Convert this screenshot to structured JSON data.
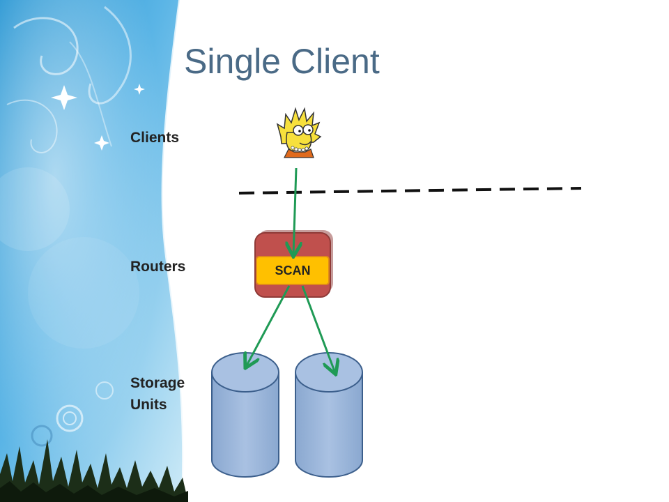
{
  "slide": {
    "title": "Single Client",
    "rows": {
      "clients": "Clients",
      "routers": "Routers",
      "storage_line1": "Storage",
      "storage_line2": "Units"
    },
    "router": {
      "label": "SCAN"
    }
  },
  "colors": {
    "title": "#4a6a86",
    "arrow": "#1f9a55",
    "router_fill": "#c0504d",
    "scan_fill": "#ffc000",
    "storage_fill": "#9ab5d8",
    "storage_stroke": "#3c5f8c",
    "background_blue": "#5bb5e6"
  },
  "icons": {
    "client": "lisa-cartoon-icon"
  }
}
